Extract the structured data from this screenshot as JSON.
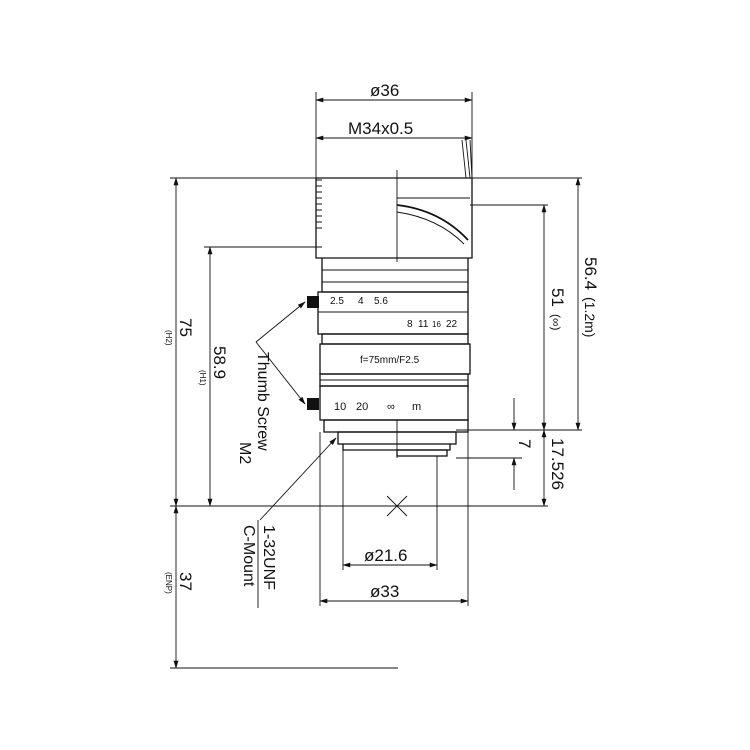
{
  "dims": {
    "outer_diameter": "ø36",
    "filter_thread": "M34x0.5",
    "length_far": "56.4",
    "length_far_note": "(1.2m)",
    "length_inf": "51",
    "length_inf_note": "(∞)",
    "flange_back": "17.526",
    "mount_depth": "7",
    "len_75": "75",
    "len_75_note": "(H2)",
    "len_589": "58.9",
    "len_589_note": "(H1)",
    "len_37": "37",
    "len_37_note": "(ENP)",
    "rear_diameter": "ø21.6",
    "body_diameter": "ø33"
  },
  "labels": {
    "thumb_screw_line1": "Thumb Screw",
    "thumb_screw_line2": "M2",
    "mount_line1": "1-32UNF",
    "mount_line2": "C-Mount"
  },
  "rings": {
    "aperture_left": [
      "2.5",
      "4",
      "5.6"
    ],
    "aperture_right": [
      "8",
      "11",
      "16",
      "22"
    ],
    "model": "f=75mm/F2.5",
    "focus": [
      "10",
      "20",
      "∞",
      "m"
    ]
  }
}
